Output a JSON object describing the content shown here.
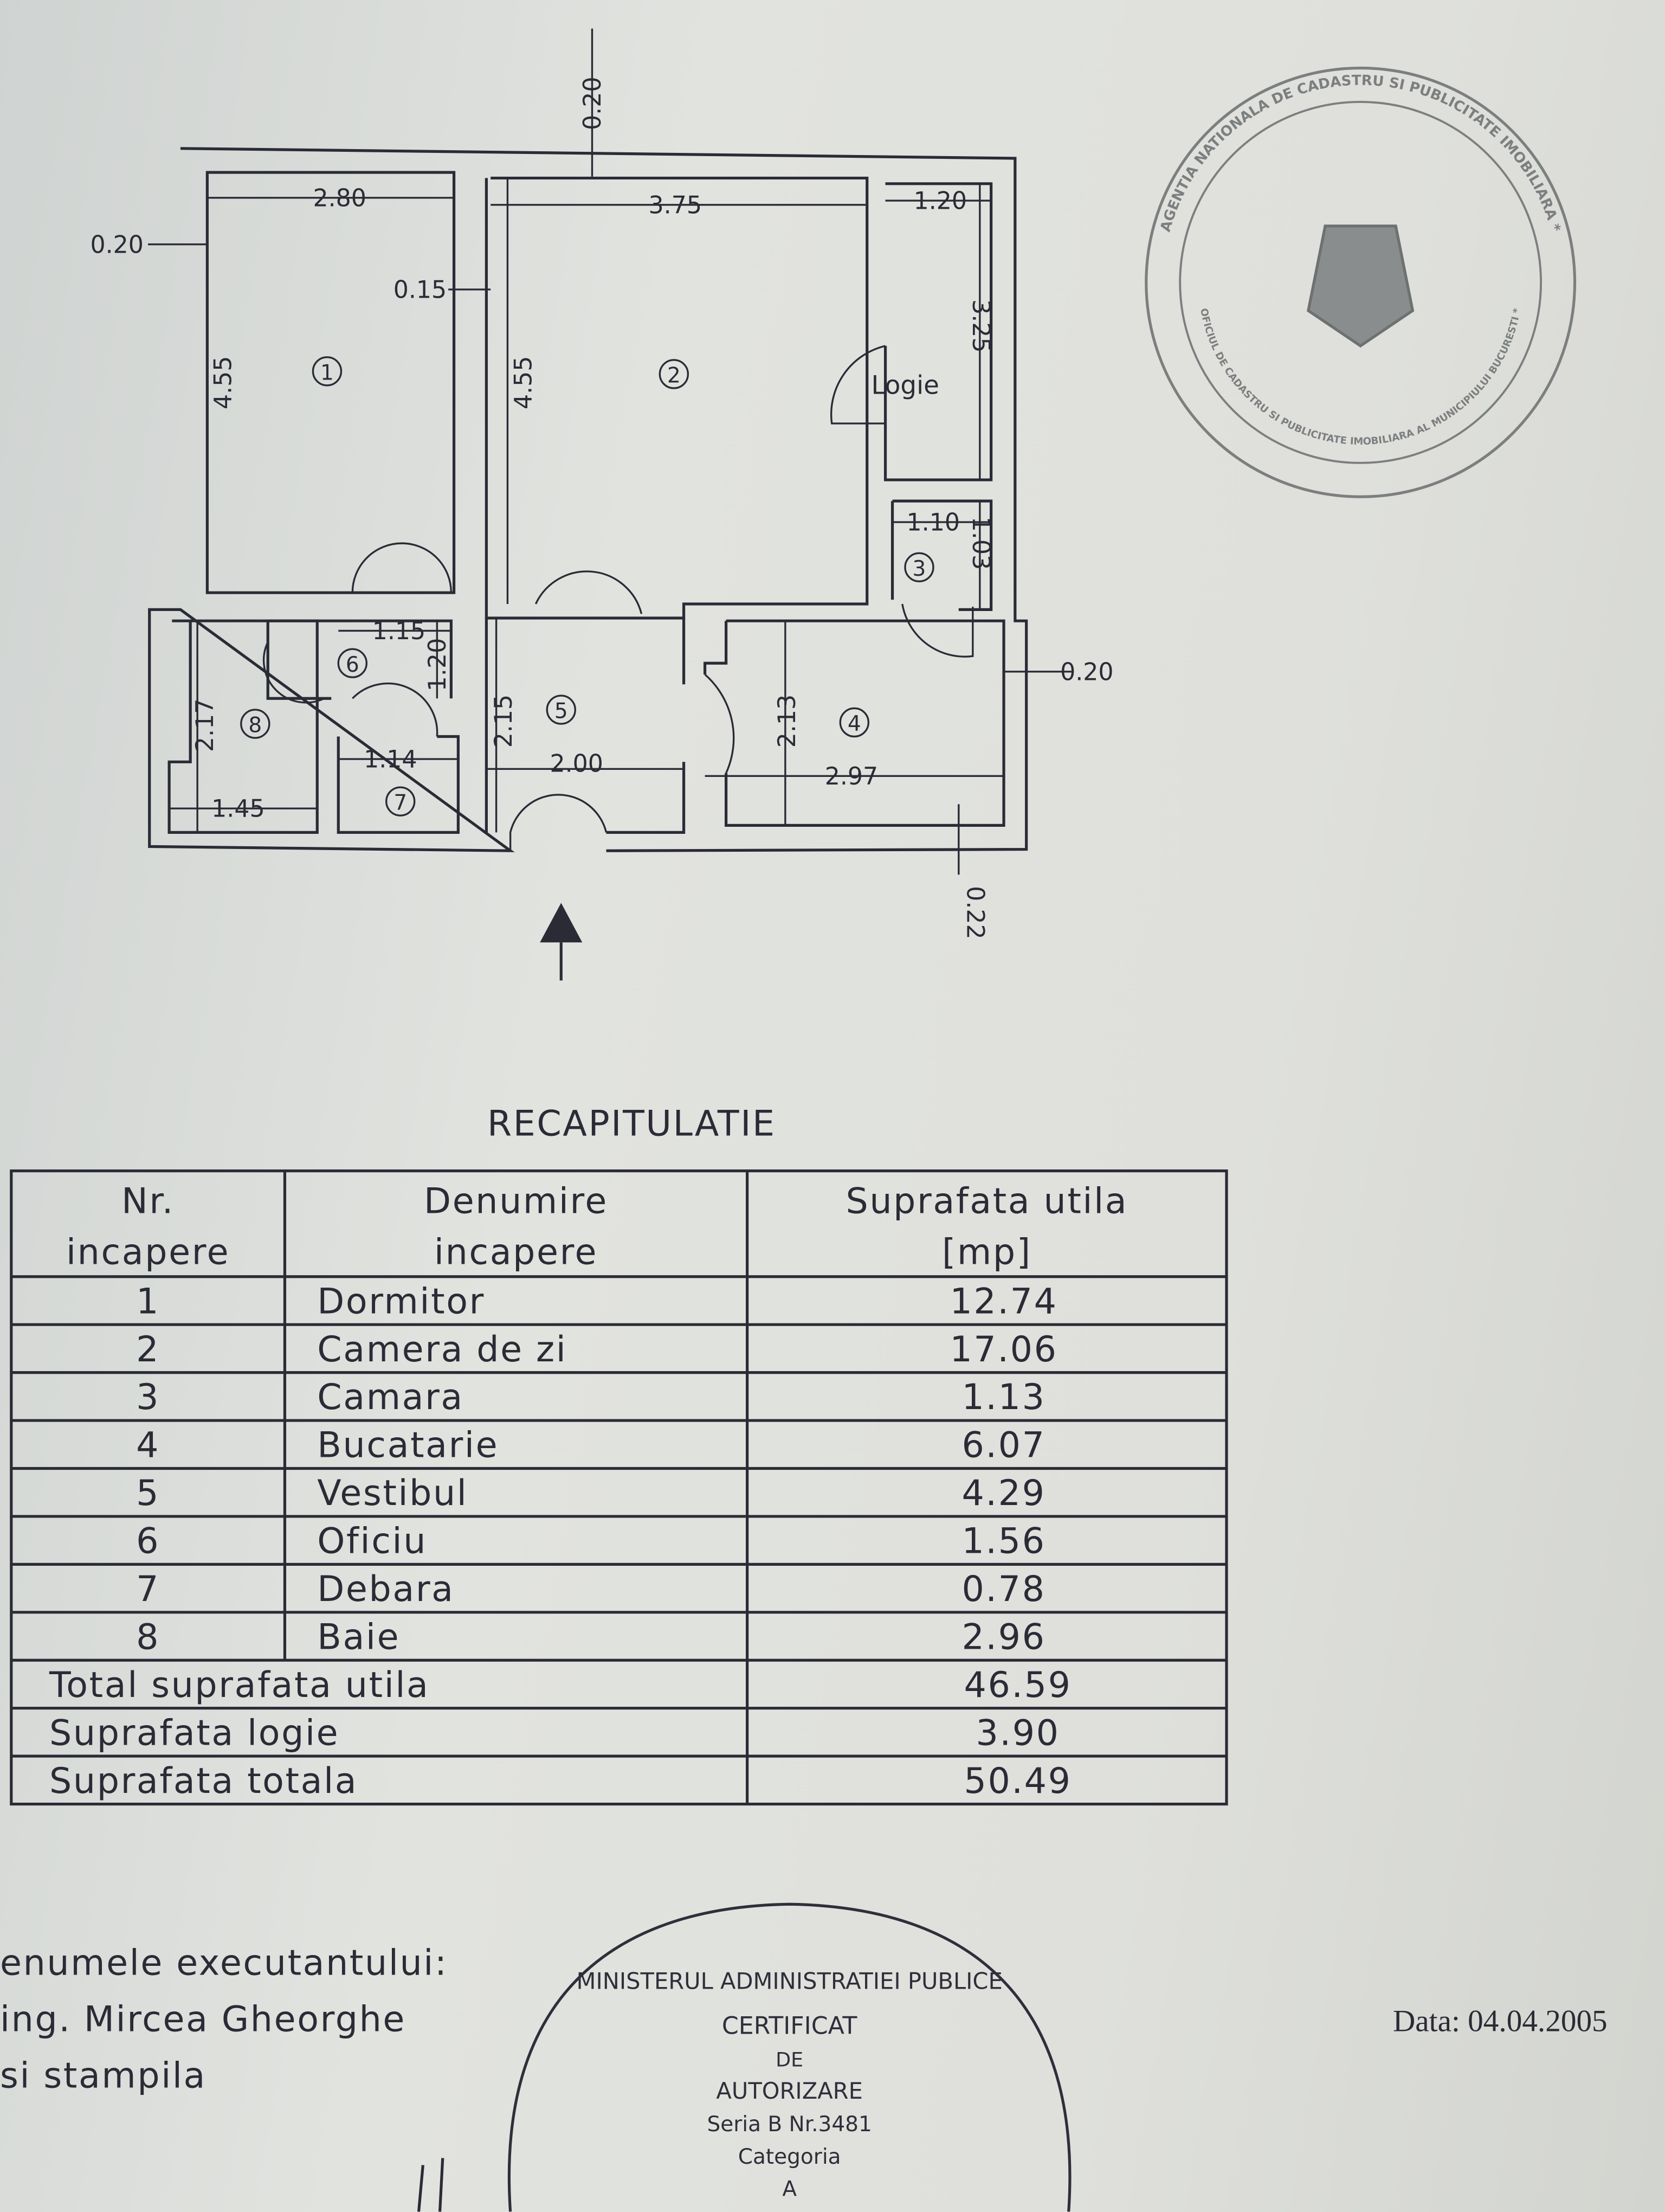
{
  "plan": {
    "dimensions": {
      "top_wall": "0.20",
      "room1_width": "2.80",
      "room2_width": "3.75",
      "logie_width": "1.20",
      "left_wall": "0.20",
      "partition": "0.15",
      "room1_depth": "4.55",
      "room2_depth": "4.55",
      "logie_depth": "3.25",
      "room3_width": "1.10",
      "room3_depth": "1.03",
      "room6_width": "1.15",
      "room6_depth": "1.20",
      "right_wall": "0.20",
      "room8_depth": "2.17",
      "room5_depth": "2.15",
      "room4_depth": "2.13",
      "room7_width": "1.14",
      "room5_width": "2.00",
      "room4_width": "2.97",
      "room8_width": "1.45",
      "bottom_wall": "0.22"
    },
    "rooms": {
      "r1": "1",
      "r2": "2",
      "r3": "3",
      "r4": "4",
      "r5": "5",
      "r6": "6",
      "r7": "7",
      "r8": "8",
      "logie": "Logie"
    }
  },
  "table": {
    "title": "RECAPITULATIE",
    "headers": {
      "nr_line1": "Nr.",
      "nr_line2": "incapere",
      "name_line1": "Denumire",
      "name_line2": "incapere",
      "area_line1": "Suprafata utila",
      "area_line2": "[mp]"
    },
    "rows": [
      {
        "nr": "1",
        "name": "Dormitor",
        "area": "12.74"
      },
      {
        "nr": "2",
        "name": "Camera de zi",
        "area": "17.06"
      },
      {
        "nr": "3",
        "name": "Camara",
        "area": "1.13"
      },
      {
        "nr": "4",
        "name": "Bucatarie",
        "area": "6.07"
      },
      {
        "nr": "5",
        "name": "Vestibul",
        "area": "4.29"
      },
      {
        "nr": "6",
        "name": "Oficiu",
        "area": "1.56"
      },
      {
        "nr": "7",
        "name": "Debara",
        "area": "0.78"
      },
      {
        "nr": "8",
        "name": "Baie",
        "area": "2.96"
      }
    ],
    "totals": [
      {
        "label": "Total suprafata utila",
        "area": "46.59"
      },
      {
        "label": "Suprafata logie",
        "area": "3.90"
      },
      {
        "label": "Suprafata totala",
        "area": "50.49"
      }
    ]
  },
  "footer": {
    "executant_label": "enumele executantului:",
    "executant_name": "ing. Mircea Gheorghe",
    "stamp_label": "si stampila",
    "date": "Data: 04.04.2005"
  },
  "stamps": {
    "cadastre": {
      "outer": "AGENTIA NATIONALA DE CADASTRU SI PUBLICITATE IMOBILIARA *",
      "inner": "OFICIUL DE CADASTRU SI PUBLICITATE IMOBILIARA AL MUNICIPIULUI BUCURESTI *"
    },
    "certificate": {
      "outer": "MINISTERUL ADMINISTRATIEI PUBLICE",
      "line1": "CERTIFICAT",
      "line2": "DE",
      "line3": "AUTORIZARE",
      "line4": "Seria B Nr.3481",
      "line5": "Categoria",
      "line6": "A"
    }
  },
  "colors": {
    "ink": "#2b2b36",
    "paper": "#dcdeda",
    "stamp_faded": "#7c7f80"
  }
}
